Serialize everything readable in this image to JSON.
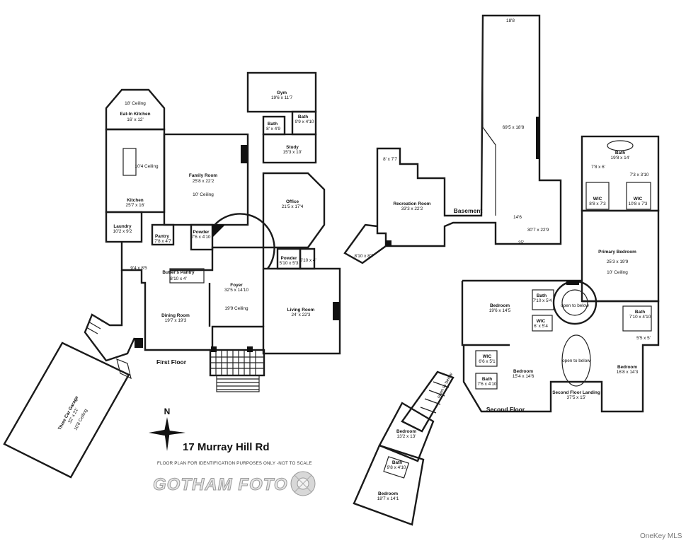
{
  "address": "17 Murray Hill Rd",
  "disclaimer": "FLOOR PLAN FOR IDENTIFICATION PURPOSES ONLY -NOT TO SCALE",
  "brand": "GOTHAM FOTO",
  "watermark": "OneKey MLS",
  "compass_label": "N",
  "levels": {
    "first": "First Floor",
    "second": "Second Floor",
    "basement": "Basement"
  },
  "rooms": {
    "eat_in_kitchen": {
      "name": "Eat-In Kitchen",
      "dims": "16' x 12'"
    },
    "kitchen_ceiling_top": {
      "text": "18' Ceiling"
    },
    "kitchen": {
      "name": "Kitchen",
      "dims": "25'7 x 16'"
    },
    "kitchen_ceiling": {
      "text": "10'4 Ceiling"
    },
    "laundry": {
      "name": "Laundry",
      "dims": "10'2 x 9'2"
    },
    "family_room": {
      "name": "Family Room",
      "dims": "25'8 x 22'2",
      "ceiling": "10' Ceiling"
    },
    "gym": {
      "name": "Gym",
      "dims": "19'6 x 11'7"
    },
    "bath_gym": {
      "name": "Bath",
      "dims": "9'9 x 4'10"
    },
    "bath_small": {
      "name": "Bath",
      "dims": "8' x 4'9"
    },
    "study": {
      "name": "Study",
      "dims": "15'3 x 10'"
    },
    "office": {
      "name": "Office",
      "dims": "21'5 x 17'4"
    },
    "pantry": {
      "name": "Pantry",
      "dims": "7'8 x 4'7"
    },
    "powder_1": {
      "name": "Powder",
      "dims": "7'6 x 4'10"
    },
    "powder_2": {
      "name": "Powder",
      "dims": "5'10 x 5'3"
    },
    "closet_1": {
      "dims": "5'10 x 4'"
    },
    "hall_1": {
      "dims": "9'4 x 8'5"
    },
    "butlers_pantry": {
      "name": "Butler's Pantry",
      "dims": "8'10 x 4'"
    },
    "foyer": {
      "name": "Foyer",
      "dims": "32'5 x 14'10",
      "ceiling": "19'9 Ceiling"
    },
    "dining_room": {
      "name": "Dining Room",
      "dims": "19'7 x 19'3"
    },
    "living_room": {
      "name": "Living Room",
      "dims": "24' x 22'3"
    },
    "garage": {
      "name": "Three Car Garage",
      "dims": "32' x 21'",
      "ceiling": "10'8 Ceiling"
    },
    "recreation_room": {
      "name": "Recreation Room",
      "dims": "33'3 x 22'2"
    },
    "bsmt_small": {
      "dims": "8' x 7'7"
    },
    "bsmt_bay": {
      "dims": "8'10 x 8'7"
    },
    "bsmt_long": {
      "dims": "69'5 x 18'8"
    },
    "bsmt_top": {
      "dims": "18'8"
    },
    "bsmt_146": {
      "dims": "14'6"
    },
    "bsmt_wide": {
      "dims": "30'7 x 22'9"
    },
    "bsmt_25": {
      "dims": "25'"
    },
    "primary_bath": {
      "name": "Bath",
      "dims": "19'8 x 14'"
    },
    "pb_closet_a": {
      "dims": "7'8 x 6'"
    },
    "pb_closet_b": {
      "dims": "7'3 x 3'10"
    },
    "wic_1": {
      "name": "WIC",
      "dims": "8'8 x 7'3"
    },
    "wic_2": {
      "name": "WIC",
      "dims": "10'8 x 7'3"
    },
    "primary_bedroom": {
      "name": "Primary Bedroom",
      "dims": "25'3 x 19'9",
      "ceiling": "10' Ceiling"
    },
    "bedroom_1": {
      "name": "Bedroom",
      "dims": "19'6 x 14'5"
    },
    "bath_2": {
      "name": "Bath",
      "dims": "7'10 x 5'4"
    },
    "wic_3": {
      "name": "WIC",
      "dims": "6' x 5'4"
    },
    "open_below_1": {
      "text": "open to below"
    },
    "bath_3": {
      "name": "Bath",
      "dims": "7'10 x 4'10"
    },
    "closet_2": {
      "dims": "5'5 x 5'"
    },
    "wic_4": {
      "name": "WIC",
      "dims": "6'6 x 5'1"
    },
    "bedroom_2": {
      "name": "Bedroom",
      "dims": "15'4 x 14'6"
    },
    "bath_4": {
      "name": "Bath",
      "dims": "7'6 x 4'10"
    },
    "open_below_2": {
      "text": "open to below"
    },
    "landing": {
      "name": "Second Floor Landing",
      "dims": "37'5 x 15'"
    },
    "bedroom_3": {
      "name": "Bedroom",
      "dims": "16'8 x 14'3"
    },
    "stair_note": {
      "text": "open to below"
    },
    "bedroom_4": {
      "name": "Bedroom",
      "dims": "13'2 x 13'"
    },
    "bath_5": {
      "name": "Bath",
      "dims": "9'8 x 4'10"
    },
    "bedroom_5": {
      "name": "Bedroom",
      "dims": "18'7 x 14'1"
    }
  }
}
